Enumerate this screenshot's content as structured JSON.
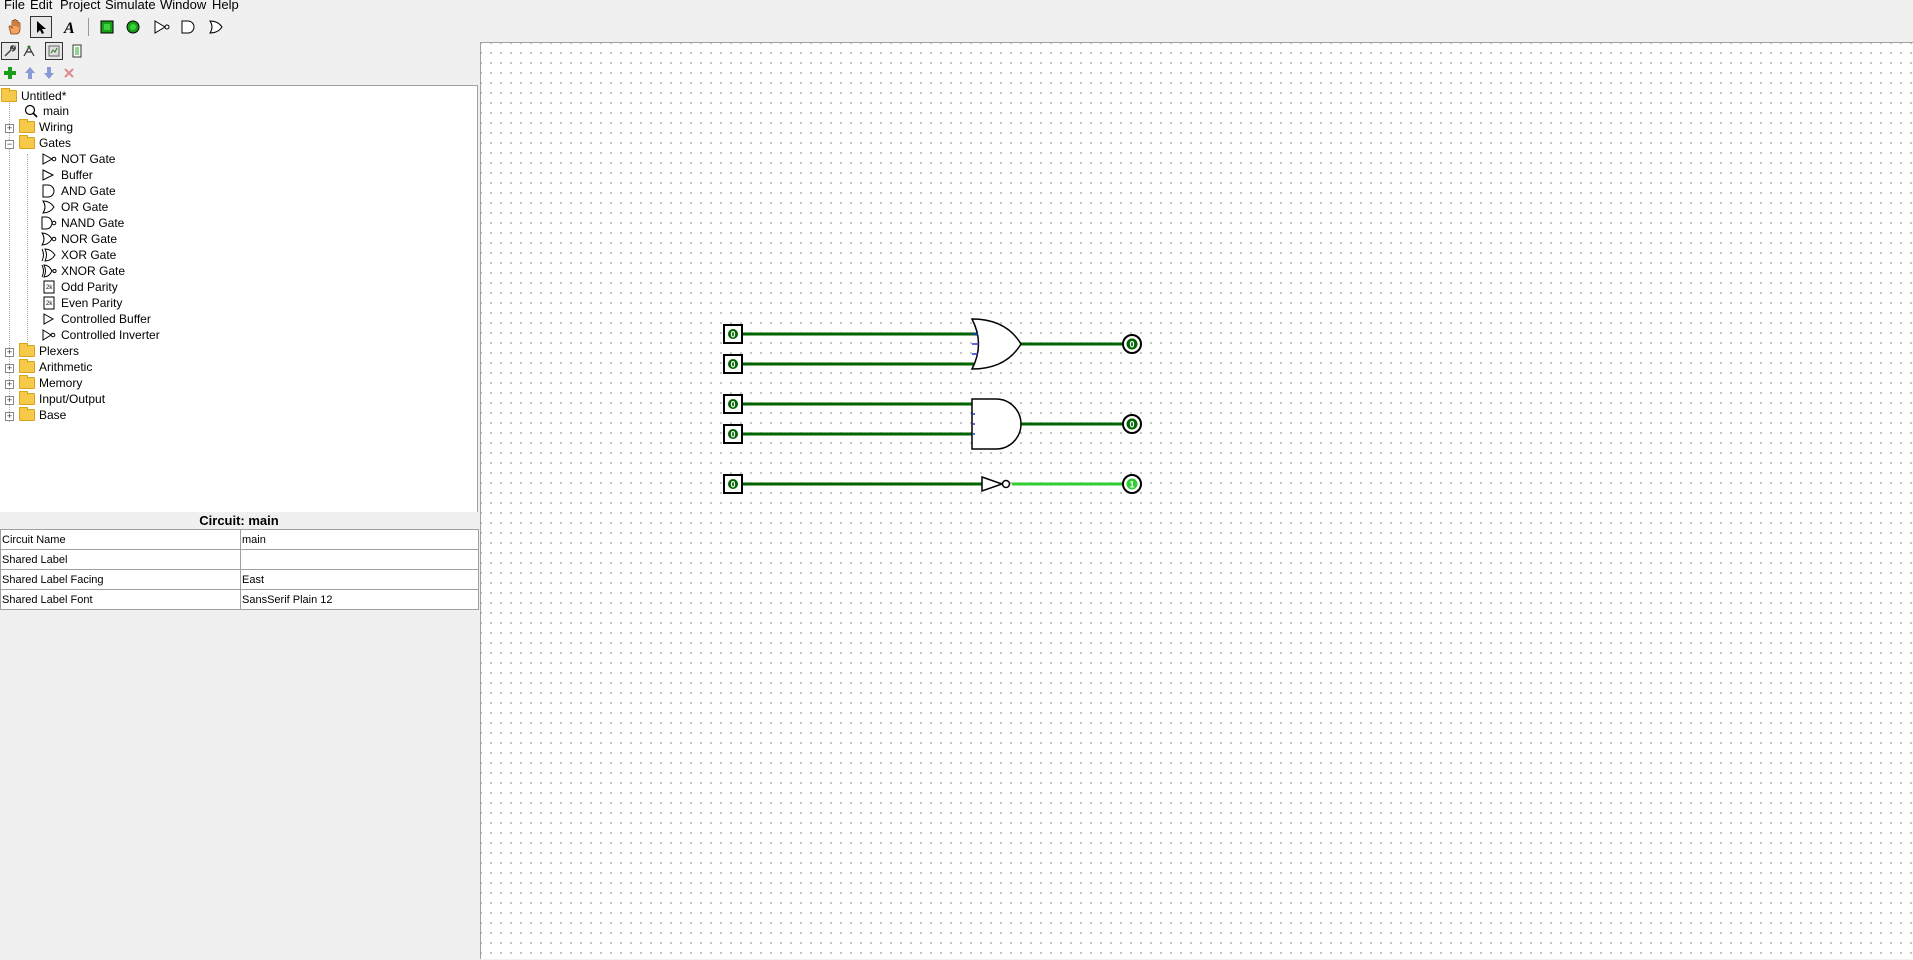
{
  "menu": [
    "File",
    "Edit",
    "Project",
    "Simulate",
    "Window",
    "Help"
  ],
  "tree": {
    "project": "Untitled*",
    "circuit": "main",
    "folders": {
      "wiring": "Wiring",
      "gates": "Gates",
      "plexers": "Plexers",
      "arithmetic": "Arithmetic",
      "memory": "Memory",
      "io": "Input/Output",
      "base": "Base"
    },
    "gates": [
      "NOT Gate",
      "Buffer",
      "AND Gate",
      "OR Gate",
      "NAND Gate",
      "NOR Gate",
      "XOR Gate",
      "XNOR Gate",
      "Odd Parity",
      "Even Parity",
      "Controlled Buffer",
      "Controlled Inverter"
    ]
  },
  "attributes": {
    "title": "Circuit: main",
    "rows": [
      {
        "key": "Circuit Name",
        "value": "main"
      },
      {
        "key": "Shared Label",
        "value": ""
      },
      {
        "key": "Shared Label Facing",
        "value": "East"
      },
      {
        "key": "Shared Label Font",
        "value": "SansSerif Plain 12"
      }
    ]
  },
  "circuit": {
    "inputs": [
      "0",
      "0",
      "0",
      "0",
      "0"
    ],
    "outputs": [
      "0",
      "0",
      "1"
    ],
    "colors": {
      "wire_low": "#006400",
      "wire_high": "#32cd32",
      "pin_high": "#32cd32"
    }
  },
  "colors": {
    "accent_green": "#1a9e1a",
    "disabled": "#8a9ad6"
  }
}
